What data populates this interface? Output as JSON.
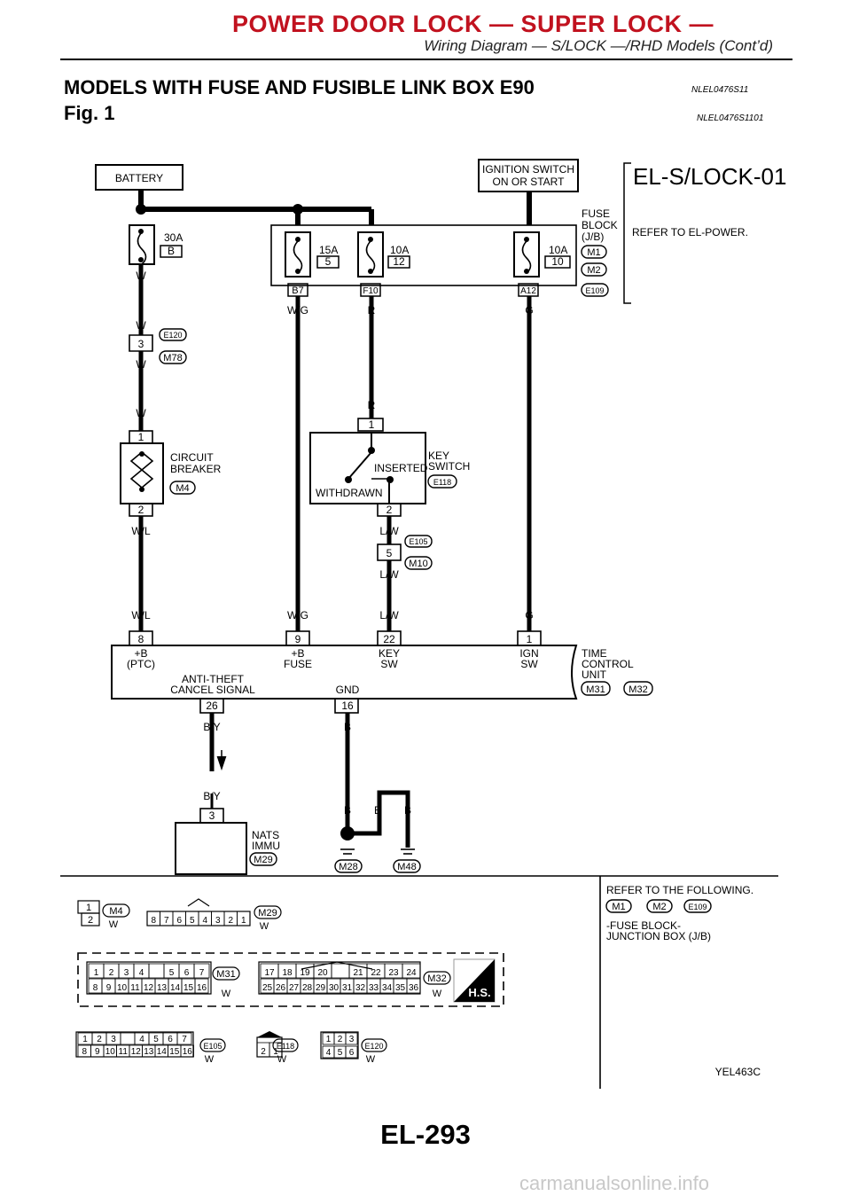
{
  "header": {
    "title": "POWER DOOR LOCK — SUPER LOCK —",
    "subtitle": "Wiring Diagram — S/LOCK —/RHD Models (Cont’d)"
  },
  "section": {
    "title": "MODELS WITH FUSE AND FUSIBLE LINK BOX E90",
    "code": "NLEL0476S11",
    "figure": "Fig. 1",
    "figure_code": "NLEL0476S1101"
  },
  "diagram": {
    "name": "EL-S/LOCK-01",
    "battery": "BATTERY",
    "ignition_line1": "IGNITION SWITCH",
    "ignition_line2": "ON OR START",
    "fuse_block_l1": "FUSE",
    "fuse_block_l2": "BLOCK",
    "fuse_block_l3": "(J/B)",
    "refer_power": "REFER TO EL-POWER.",
    "fuse30_amp": "30A",
    "fuse30_id": "B",
    "fuse15_amp": "15A",
    "fuse15_id": "5",
    "fuse10a_amp": "10A",
    "fuse10a_id": "12",
    "fuse10b_amp": "10A",
    "fuse10b_id": "10",
    "term_b7": "B7",
    "term_f10": "F10",
    "term_a12": "A12",
    "conn_m1": "M1",
    "conn_m2": "M2",
    "conn_e109": "E109",
    "conn_e120": "E120",
    "conn_m78": "M78",
    "pin_3": "3",
    "cb_l1": "CIRCUIT",
    "cb_l2": "BREAKER",
    "conn_m4": "M4",
    "pin_1": "1",
    "pin_2": "2",
    "key_l1": "KEY",
    "key_l2": "SWITCH",
    "conn_e118": "E118",
    "inserted": "INSERTED",
    "withdrawn": "WITHDRAWN",
    "conn_e105": "E105",
    "conn_m10": "M10",
    "pin_5": "5",
    "w_w": "W",
    "w_wg": "W/G",
    "w_r": "R",
    "w_g": "G",
    "w_wl": "W/L",
    "w_lw": "L/W",
    "w_by": "B/Y",
    "w_b": "B",
    "tcu_pin8": "8",
    "tcu_pin9": "9",
    "tcu_pin22": "22",
    "tcu_pin1": "1",
    "tcu_pin26": "26",
    "tcu_pin16": "16",
    "tcu_b_l1": "+B",
    "tcu_b_l2": "(PTC)",
    "tcu_fuse_l1": "+B",
    "tcu_fuse_l2": "FUSE",
    "tcu_key_l1": "KEY",
    "tcu_key_l2": "SW",
    "tcu_ign_l1": "IGN",
    "tcu_ign_l2": "SW",
    "tcu_anti_l1": "ANTI-THEFT",
    "tcu_anti_l2": "CANCEL SIGNAL",
    "tcu_gnd": "GND",
    "tcu_l1": "TIME",
    "tcu_l2": "CONTROL",
    "tcu_l3": "UNIT",
    "conn_m31": "M31",
    "conn_m32": "M32",
    "nats_l1": "NATS",
    "nats_l2": "IMMU",
    "conn_m29": "M29",
    "conn_m28": "M28",
    "conn_m48": "M48",
    "refer_l1": "REFER TO THE FOLLOWING.",
    "refer_l2": "-FUSE BLOCK-",
    "refer_l3": "JUNCTION BOX (J/B)",
    "hs": "H.S.",
    "m29_pins": [
      "8",
      "7",
      "6",
      "5",
      "4",
      "3",
      "2",
      "1"
    ],
    "m31_row1": [
      "1",
      "2",
      "3",
      "4",
      "",
      "5",
      "6",
      "7"
    ],
    "m31_row2": [
      "8",
      "9",
      "10",
      "11",
      "12",
      "13",
      "14",
      "15",
      "16"
    ],
    "m32_row1": [
      "17",
      "18",
      "19",
      "20",
      "",
      "21",
      "22",
      "23",
      "24"
    ],
    "m32_row2": [
      "25",
      "26",
      "27",
      "28",
      "29",
      "30",
      "31",
      "32",
      "33",
      "34",
      "35",
      "36"
    ],
    "e105_row1": [
      "1",
      "2",
      "3",
      "",
      "4",
      "5",
      "6",
      "7"
    ],
    "e105_row2": [
      "8",
      "9",
      "10",
      "11",
      "12",
      "13",
      "14",
      "15",
      "16"
    ],
    "e118_pins": [
      "2",
      "1"
    ],
    "e120_row1": [
      "1",
      "2",
      "3"
    ],
    "e120_row2": [
      "4",
      "5",
      "6"
    ],
    "image_code": "YEL463C"
  },
  "page_number": "EL-293",
  "watermark": "carmanualsonline.info"
}
